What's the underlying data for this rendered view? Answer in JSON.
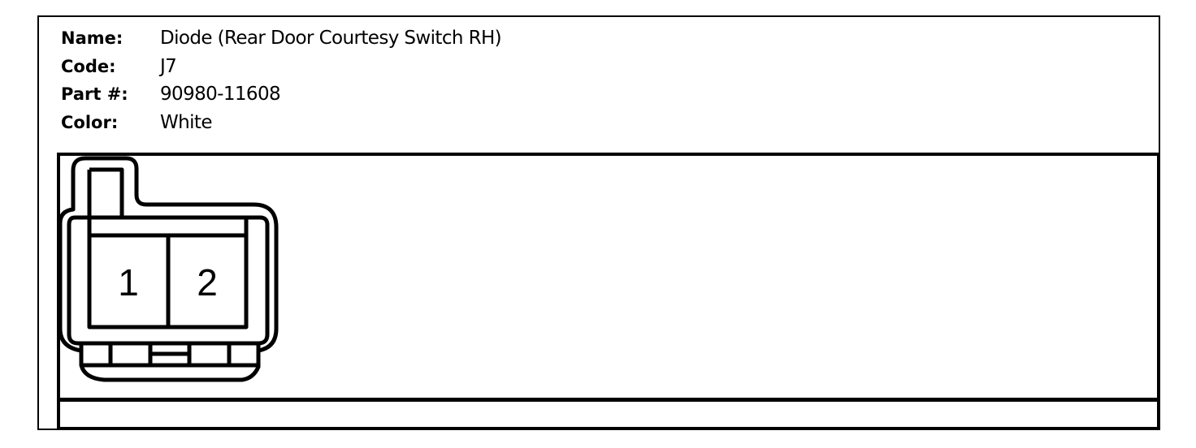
{
  "fields": [
    {
      "label": "Name:",
      "value": "Diode (Rear Door Courtesy Switch RH)"
    },
    {
      "label": "Code:",
      "value": "J7"
    },
    {
      "label": "Part #:",
      "value": "90980-11608"
    },
    {
      "label": "Color:",
      "value": "White"
    }
  ],
  "connector": {
    "pins": [
      "1",
      "2"
    ]
  }
}
